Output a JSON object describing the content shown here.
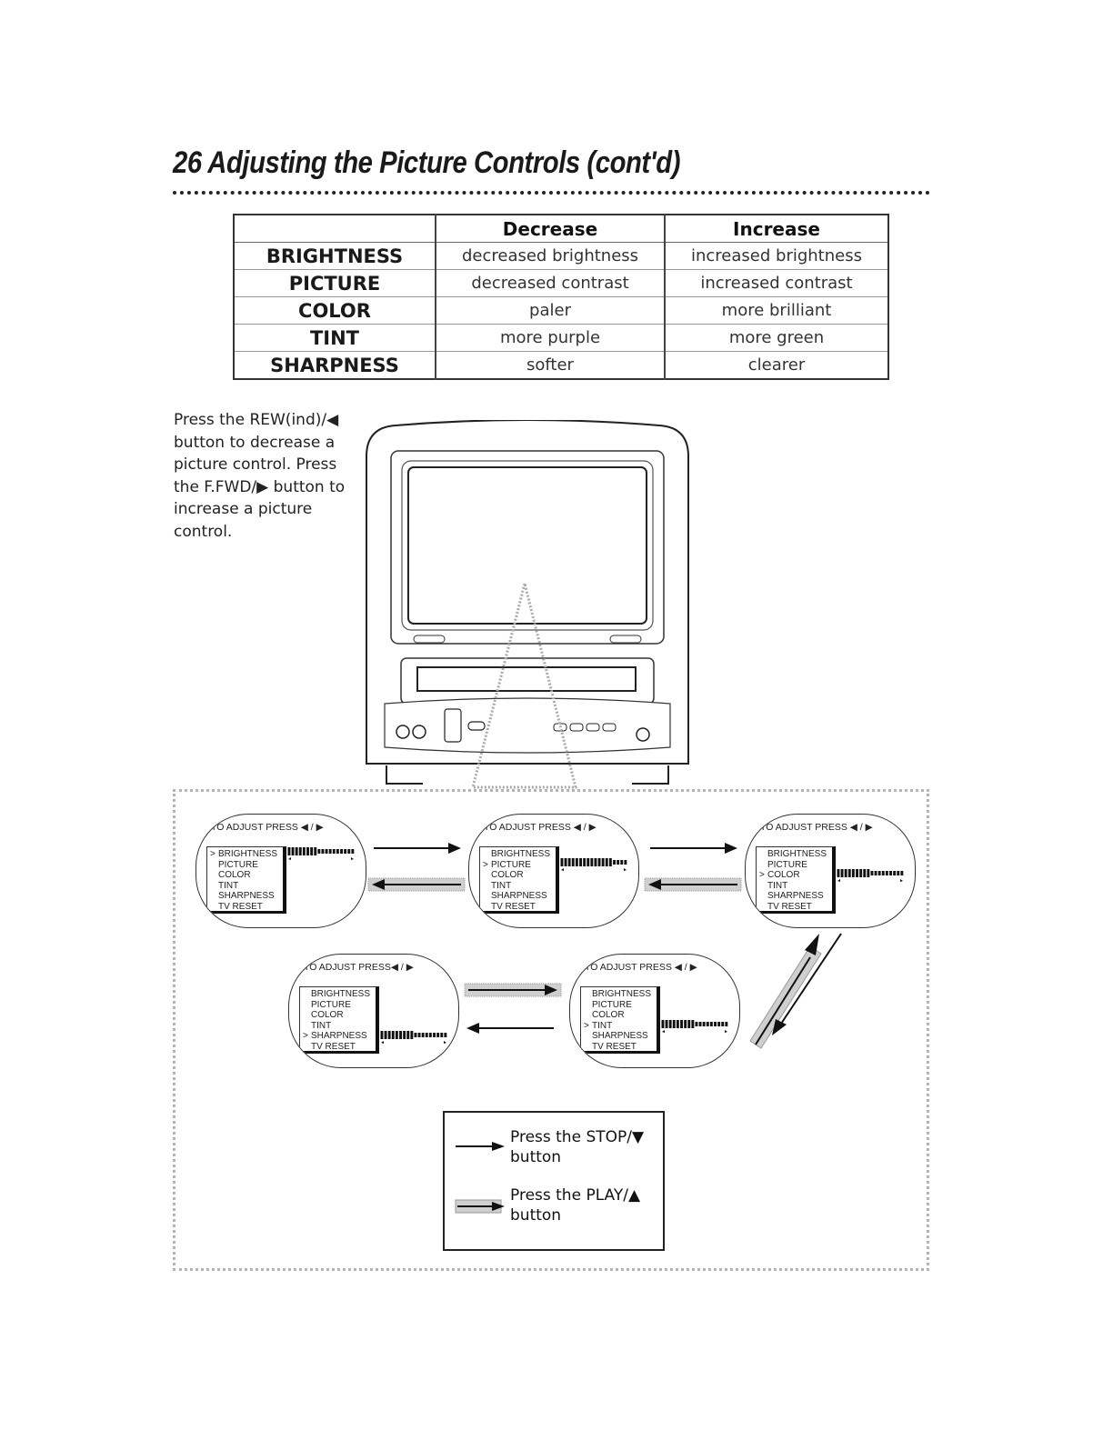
{
  "page": {
    "title": "26 Adjusting the Picture Controls (cont'd)"
  },
  "table": {
    "header": [
      "",
      "Decrease",
      "Increase"
    ],
    "rows": [
      {
        "control": "BRIGHTNESS",
        "decrease": "decreased brightness",
        "increase": "increased brightness"
      },
      {
        "control": "PICTURE",
        "decrease": "decreased contrast",
        "increase": "increased contrast"
      },
      {
        "control": "COLOR",
        "decrease": "paler",
        "increase": "more brilliant"
      },
      {
        "control": "TINT",
        "decrease": "more purple",
        "increase": "more green"
      },
      {
        "control": "SHARPNESS",
        "decrease": "softer",
        "increase": "clearer"
      }
    ]
  },
  "instructions": {
    "text": "Press the REW(ind)/◀ button to decrease a picture control. Press the F.FWD/▶ button to increase a picture control."
  },
  "osd": {
    "header": "TO ADJUST PRESS ◀ / ▶",
    "header_alt": "TO ADJUST PRESS◀ / ▶",
    "menu_items": [
      "BRIGHTNESS",
      "PICTURE",
      "COLOR",
      "TINT",
      "SHARPNESS",
      "TV RESET"
    ],
    "screens": [
      {
        "selected": "BRIGHTNESS",
        "level": 0.45
      },
      {
        "selected": "PICTURE",
        "level": 0.75
      },
      {
        "selected": "COLOR",
        "level": 0.5
      },
      {
        "selected": "TINT",
        "level": 0.5
      },
      {
        "selected": "SHARPNESS",
        "level": 0.5
      }
    ]
  },
  "legend": {
    "stop": "Press the STOP/▼ button",
    "play": "Press the PLAY/▲ button"
  },
  "icons": [
    "tv-vcr-icon",
    "rewind-icon",
    "fast-forward-icon",
    "stop-icon",
    "play-icon"
  ]
}
